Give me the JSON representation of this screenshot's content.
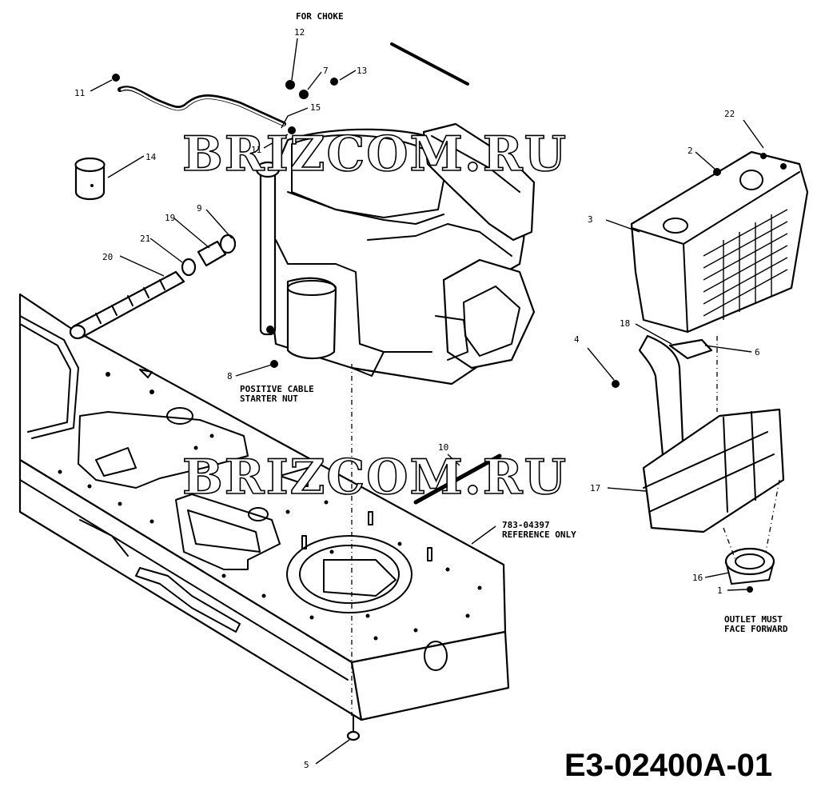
{
  "diagram": {
    "code": "E3-02400A-01",
    "watermark": "BRIZCOM.RU",
    "notes": {
      "for_choke": "FOR CHOKE",
      "positive_cable_1": "POSITIVE CABLE",
      "positive_cable_2": "STARTER NUT",
      "frame_ref_1": "783-04397",
      "frame_ref_2": "REFERENCE ONLY",
      "outlet_1": "OUTLET MUST",
      "outlet_2": "FACE FORWARD"
    },
    "callouts": {
      "c12": "12",
      "c7": "7",
      "c13": "13",
      "c11a": "11",
      "c15": "15",
      "c11b": "11",
      "c14": "14",
      "c9": "9",
      "c19": "19",
      "c21": "21",
      "c20": "20",
      "c8": "8",
      "c22": "22",
      "c2": "2",
      "c3": "3",
      "c18": "18",
      "c6a": "6",
      "c4": "4",
      "c10": "10",
      "c17": "17",
      "c16": "16",
      "c1": "1",
      "c5": "5"
    }
  }
}
